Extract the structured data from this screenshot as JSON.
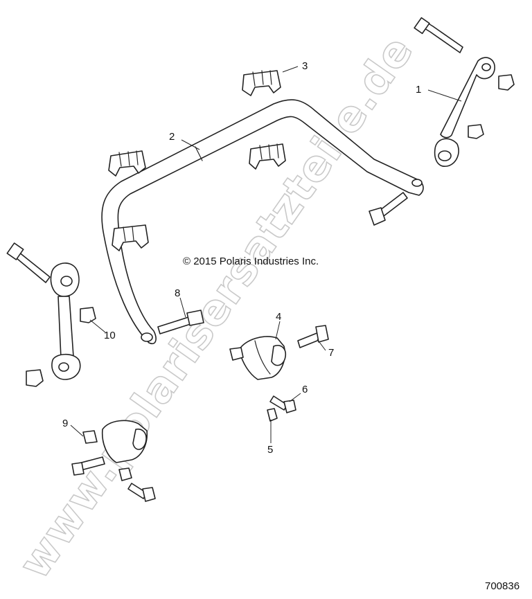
{
  "copyright": "© 2015 Polaris Industries Inc.",
  "drawing_number": "700836",
  "watermark": "www.polarisersatzteile.de",
  "callouts": {
    "c1": "1",
    "c2": "2",
    "c3": "3",
    "c4": "4",
    "c5": "5",
    "c6": "6",
    "c7": "7",
    "c8": "8",
    "c9": "9",
    "c10": "10"
  }
}
